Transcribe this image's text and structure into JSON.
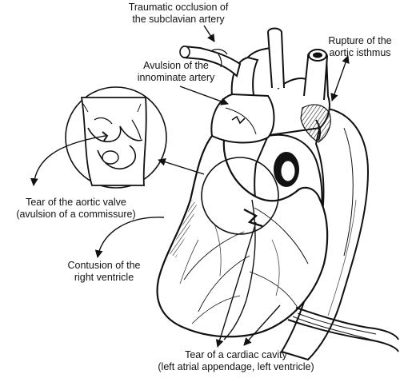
{
  "labels": {
    "subclavian": {
      "line1": "Traumatic occlusion of",
      "line2": "the subclavian artery"
    },
    "innominate": {
      "line1": "Avulsion of the",
      "line2": "innominate artery"
    },
    "isthmus": {
      "line1": "Rupture of the",
      "line2": "aortic isthmus"
    },
    "valve": {
      "line1": "Tear of the aortic valve",
      "line2": "(avulsion of a commissure)"
    },
    "contusion": {
      "line1": "Contusion of the",
      "line2": "right ventricle"
    },
    "cavity": {
      "line1": "Tear of a cardiac cavity",
      "line2": "(left atrial appendage, left ventricle)"
    }
  },
  "colors": {
    "ink": "#111111",
    "paper": "#ffffff",
    "shade": "#444444"
  }
}
